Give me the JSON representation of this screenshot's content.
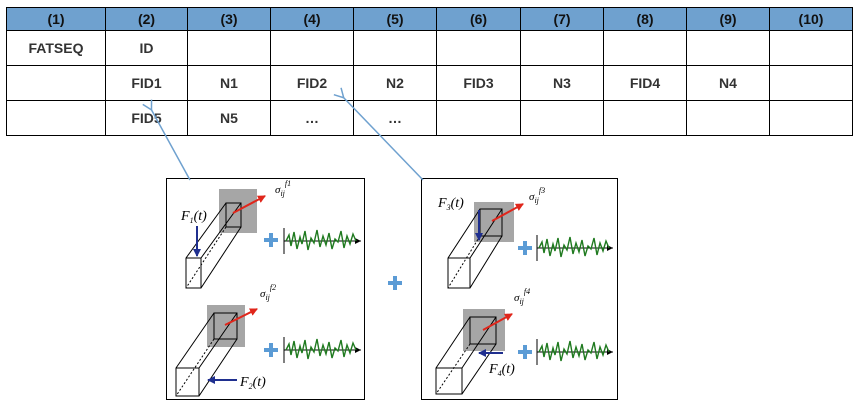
{
  "table": {
    "header": [
      "(1)",
      "(2)",
      "(3)",
      "(4)",
      "(5)",
      "(6)",
      "(7)",
      "(8)",
      "(9)",
      "(10)"
    ],
    "rows": [
      [
        "FATSEQ",
        "ID",
        "",
        "",
        "",
        "",
        "",
        "",
        "",
        ""
      ],
      [
        "",
        "FID1",
        "N1",
        "FID2",
        "N2",
        "FID3",
        "N3",
        "FID4",
        "N4",
        ""
      ],
      [
        "",
        "FID5",
        "N5",
        "…",
        "…",
        "",
        "",
        "",
        "",
        ""
      ]
    ]
  },
  "panel_left": {
    "force_top": "F1(t)",
    "force_bottom": "F2(t)",
    "stress_top": "σij f1",
    "stress_bottom": "σij f2"
  },
  "panel_right": {
    "force_top": "F3(t)",
    "force_bottom": "F4(t)",
    "stress_top": "σij f3",
    "stress_bottom": "σij f4"
  },
  "colors": {
    "header_fill": "#6fa1cf",
    "connector": "#6fa1cf",
    "plus": "#5b9bd5",
    "noise": "#1f7a1f",
    "force_arrow": "#1f2f8f",
    "stress_arrow": "#e0261b",
    "element_shade": "#a6a6a6"
  }
}
